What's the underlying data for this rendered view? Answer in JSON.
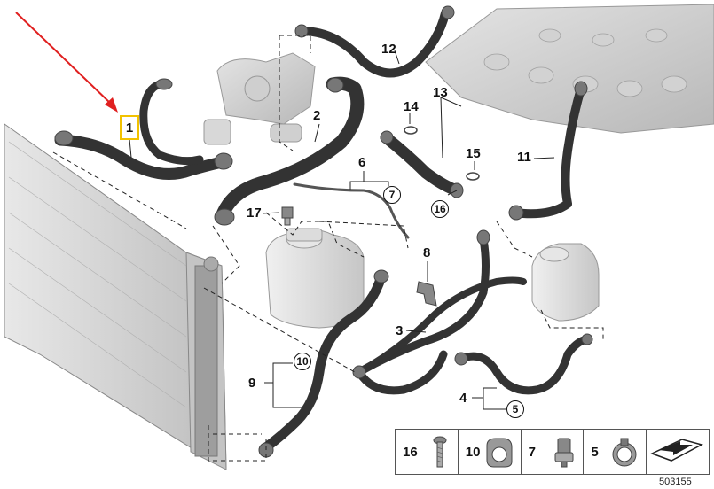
{
  "diagram_id": "503155",
  "highlighted_part": "1",
  "part_labels": [
    "2",
    "3",
    "4",
    "6",
    "8",
    "9",
    "11",
    "12",
    "13",
    "14",
    "15",
    "17"
  ],
  "circle_labels": [
    "7",
    "10",
    "5",
    "16"
  ],
  "legend": [
    {
      "number": "16",
      "icon": "bolt-icon"
    },
    {
      "number": "10",
      "icon": "clamp-icon"
    },
    {
      "number": "7",
      "icon": "clip-icon"
    },
    {
      "number": "5",
      "icon": "hose-clamp-icon"
    },
    {
      "number": "",
      "icon": "arrow-icon"
    }
  ],
  "colors": {
    "pointer_arrow": "#e02020",
    "highlight_box": "#f2c200",
    "hose": "#333333",
    "component": "#cfcfcf"
  }
}
